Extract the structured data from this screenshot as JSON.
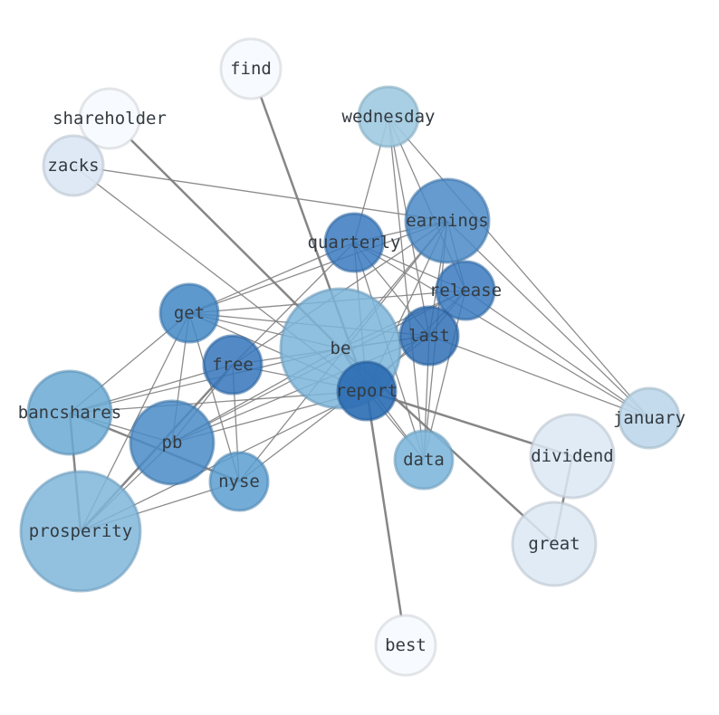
{
  "graph": {
    "nodes": [
      {
        "id": "find",
        "label": "find",
        "color": "#f7fbff",
        "opacity": 1.0
      },
      {
        "id": "shareholder",
        "label": "shareholder",
        "color": "#f7fbff",
        "opacity": 1.0
      },
      {
        "id": "wednesday",
        "label": "wednesday",
        "color": "#9ecae1",
        "opacity": 0.9
      },
      {
        "id": "zacks",
        "label": "zacks",
        "color": "#dbe7f4",
        "opacity": 0.9
      },
      {
        "id": "earnings",
        "label": "earnings",
        "color": "#4a89c6",
        "opacity": 0.85
      },
      {
        "id": "quarterly",
        "label": "quarterly",
        "color": "#3a7abf",
        "opacity": 0.85
      },
      {
        "id": "release",
        "label": "release",
        "color": "#3a7abf",
        "opacity": 0.85
      },
      {
        "id": "get",
        "label": "get",
        "color": "#4287c6",
        "opacity": 0.85
      },
      {
        "id": "be",
        "label": "be",
        "color": "#7db5da",
        "opacity": 0.85
      },
      {
        "id": "last",
        "label": "last",
        "color": "#2f6fb4",
        "opacity": 0.85
      },
      {
        "id": "free",
        "label": "free",
        "color": "#3576bc",
        "opacity": 0.85
      },
      {
        "id": "report",
        "label": "report",
        "color": "#2a6cb2",
        "opacity": 0.9
      },
      {
        "id": "january",
        "label": "january",
        "color": "#bcd7ea",
        "opacity": 0.9
      },
      {
        "id": "bancshares",
        "label": "bancshares",
        "color": "#6aa9d4",
        "opacity": 0.85
      },
      {
        "id": "dividend",
        "label": "dividend",
        "color": "#dbe7f4",
        "opacity": 0.85
      },
      {
        "id": "data",
        "label": "data",
        "color": "#80b8dc",
        "opacity": 0.9
      },
      {
        "id": "pb",
        "label": "pb",
        "color": "#4a8bc7",
        "opacity": 0.85
      },
      {
        "id": "nyse",
        "label": "nyse",
        "color": "#5b9dd0",
        "opacity": 0.85
      },
      {
        "id": "prosperity",
        "label": "prosperity",
        "color": "#7fb6db",
        "opacity": 0.85
      },
      {
        "id": "great",
        "label": "great",
        "color": "#dbe7f4",
        "opacity": 0.85
      },
      {
        "id": "best",
        "label": "best",
        "color": "#f7fbff",
        "opacity": 1.0
      }
    ],
    "edges": [
      {
        "source": "find",
        "target": "report",
        "weight": 2.5
      },
      {
        "source": "shareholder",
        "target": "be",
        "weight": 2.5
      },
      {
        "source": "best",
        "target": "report",
        "weight": 2.5
      },
      {
        "source": "great",
        "target": "be",
        "weight": 2.5
      },
      {
        "source": "great",
        "target": "dividend",
        "weight": 2.5
      },
      {
        "source": "dividend",
        "target": "report",
        "weight": 2.5
      },
      {
        "source": "prosperity",
        "target": "bancshares",
        "weight": 2.5
      },
      {
        "source": "prosperity",
        "target": "free",
        "weight": 2.5
      },
      {
        "source": "bancshares",
        "target": "nyse",
        "weight": 2.5
      },
      {
        "source": "wednesday",
        "target": "quarterly",
        "weight": 1.3
      },
      {
        "source": "wednesday",
        "target": "last",
        "weight": 1.3
      },
      {
        "source": "wednesday",
        "target": "data",
        "weight": 1.3
      },
      {
        "source": "wednesday",
        "target": "release",
        "weight": 1.3
      },
      {
        "source": "wednesday",
        "target": "january",
        "weight": 1.3
      },
      {
        "source": "zacks",
        "target": "earnings",
        "weight": 1.3
      },
      {
        "source": "zacks",
        "target": "report",
        "weight": 1.3
      },
      {
        "source": "earnings",
        "target": "get",
        "weight": 1.3
      },
      {
        "source": "earnings",
        "target": "free",
        "weight": 1.3
      },
      {
        "source": "earnings",
        "target": "be",
        "weight": 1.3
      },
      {
        "source": "earnings",
        "target": "last",
        "weight": 1.3
      },
      {
        "source": "earnings",
        "target": "data",
        "weight": 1.3
      },
      {
        "source": "earnings",
        "target": "report",
        "weight": 1.3
      },
      {
        "source": "earnings",
        "target": "january",
        "weight": 1.3
      },
      {
        "source": "earnings",
        "target": "nyse",
        "weight": 1.3
      },
      {
        "source": "earnings",
        "target": "release",
        "weight": 1.3
      },
      {
        "source": "quarterly",
        "target": "get",
        "weight": 1.3
      },
      {
        "source": "quarterly",
        "target": "free",
        "weight": 1.3
      },
      {
        "source": "quarterly",
        "target": "release",
        "weight": 1.3
      },
      {
        "source": "quarterly",
        "target": "last",
        "weight": 1.3
      },
      {
        "source": "quarterly",
        "target": "data",
        "weight": 1.3
      },
      {
        "source": "quarterly",
        "target": "report",
        "weight": 1.3
      },
      {
        "source": "quarterly",
        "target": "january",
        "weight": 1.3
      },
      {
        "source": "quarterly",
        "target": "earnings",
        "weight": 1.3
      },
      {
        "source": "release",
        "target": "get",
        "weight": 1.3
      },
      {
        "source": "release",
        "target": "be",
        "weight": 1.3
      },
      {
        "source": "release",
        "target": "pb",
        "weight": 1.3
      },
      {
        "source": "release",
        "target": "report",
        "weight": 1.3
      },
      {
        "source": "release",
        "target": "data",
        "weight": 1.3
      },
      {
        "source": "release",
        "target": "last",
        "weight": 1.3
      },
      {
        "source": "get",
        "target": "be",
        "weight": 1.3
      },
      {
        "source": "get",
        "target": "last",
        "weight": 1.3
      },
      {
        "source": "get",
        "target": "bancshares",
        "weight": 1.3
      },
      {
        "source": "get",
        "target": "pb",
        "weight": 1.3
      },
      {
        "source": "get",
        "target": "nyse",
        "weight": 1.3
      },
      {
        "source": "get",
        "target": "prosperity",
        "weight": 1.3
      },
      {
        "source": "get",
        "target": "report",
        "weight": 1.3
      },
      {
        "source": "be",
        "target": "last",
        "weight": 1.3
      },
      {
        "source": "be",
        "target": "bancshares",
        "weight": 1.3
      },
      {
        "source": "be",
        "target": "pb",
        "weight": 1.3
      },
      {
        "source": "be",
        "target": "report",
        "weight": 1.3
      },
      {
        "source": "be",
        "target": "data",
        "weight": 1.3
      },
      {
        "source": "last",
        "target": "pb",
        "weight": 1.3
      },
      {
        "source": "last",
        "target": "data",
        "weight": 1.3
      },
      {
        "source": "last",
        "target": "free",
        "weight": 1.3
      },
      {
        "source": "last",
        "target": "january",
        "weight": 1.3
      },
      {
        "source": "last",
        "target": "nyse",
        "weight": 1.3
      },
      {
        "source": "free",
        "target": "report",
        "weight": 1.3
      },
      {
        "source": "free",
        "target": "nyse",
        "weight": 1.3
      },
      {
        "source": "free",
        "target": "pb",
        "weight": 1.3
      },
      {
        "source": "free",
        "target": "bancshares",
        "weight": 1.3
      },
      {
        "source": "report",
        "target": "bancshares",
        "weight": 1.3
      },
      {
        "source": "report",
        "target": "pb",
        "weight": 1.3
      },
      {
        "source": "report",
        "target": "prosperity",
        "weight": 1.3
      },
      {
        "source": "report",
        "target": "data",
        "weight": 1.3
      },
      {
        "source": "bancshares",
        "target": "pb",
        "weight": 1.3
      },
      {
        "source": "pb",
        "target": "prosperity",
        "weight": 1.3
      },
      {
        "source": "prosperity",
        "target": "nyse",
        "weight": 1.3
      },
      {
        "source": "release",
        "target": "january",
        "weight": 1.3
      }
    ]
  }
}
